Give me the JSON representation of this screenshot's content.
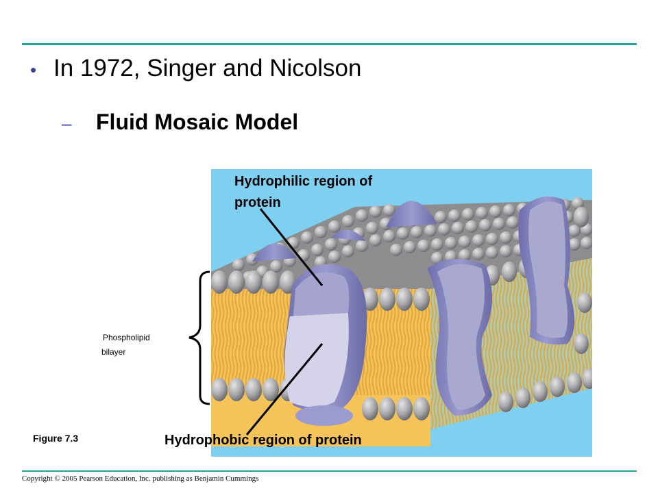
{
  "slide": {
    "bullet": "In 1972, Singer and Nicolson",
    "bullet_marker": "•",
    "sub_bullet_marker": "–",
    "sub_bullet": "Fluid Mosaic Model"
  },
  "figure": {
    "hydrophilic_label": "Hydrophilic region of protein",
    "hydrophobic_label": "Hydrophobic region of protein",
    "phospholipid_label_line1": "Phospholipid",
    "phospholipid_label_line2": "bilayer",
    "caption": "Figure 7.3",
    "colors": {
      "background": "#7ecff0",
      "protein": "#8f8fc9",
      "protein_highlight": "#d4d3ea",
      "lipid_head": "#a8a8ab",
      "lipid_tail": "#f4c35a"
    }
  },
  "footer": {
    "copyright": "Copyright © 2005 Pearson Education, Inc. publishing as Benjamin Cummings"
  },
  "theme": {
    "accent_rule": "#27a29a",
    "bullet_color": "#3b43a0"
  }
}
